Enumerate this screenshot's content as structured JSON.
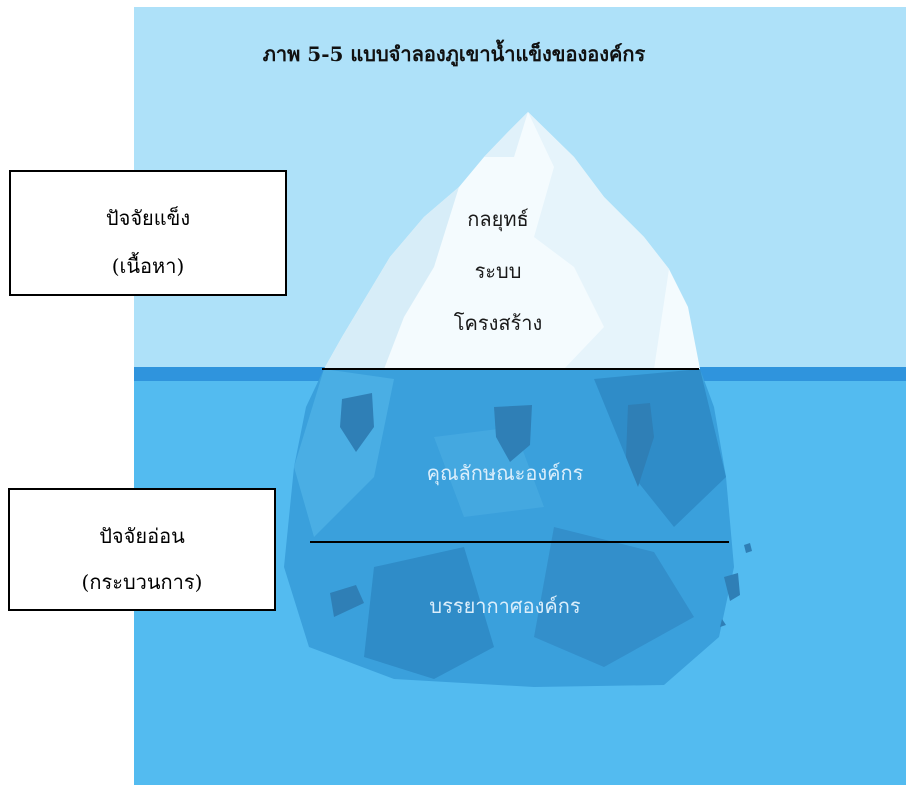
{
  "title": "ภาพ 5-5 แบบจำลองภูเขาน้ำแข็งขององค์กร",
  "colors": {
    "sky": "#aee1f9",
    "waterline": "#2f94dd",
    "water": "#53bbf0",
    "ice_light": "#f4fbfe",
    "ice_shade": "#d7edf8",
    "ice_under": "#3aa0dc",
    "ice_under_dark": "#2f8cc8",
    "divider": "#000000"
  },
  "above_water": {
    "items": [
      "กลยุทธ์",
      "ระบบ",
      "โครงสร้าง"
    ]
  },
  "below_water": {
    "upper": "คุณลักษณะองค์กร",
    "lower": "บรรยากาศองค์กร"
  },
  "hard_factors": {
    "line1": "ปัจจัยแข็ง",
    "line2": "(เนื้อหา)"
  },
  "soft_factors": {
    "line1": "ปัจจัยอ่อน",
    "line2": "(กระบวนการ)"
  }
}
